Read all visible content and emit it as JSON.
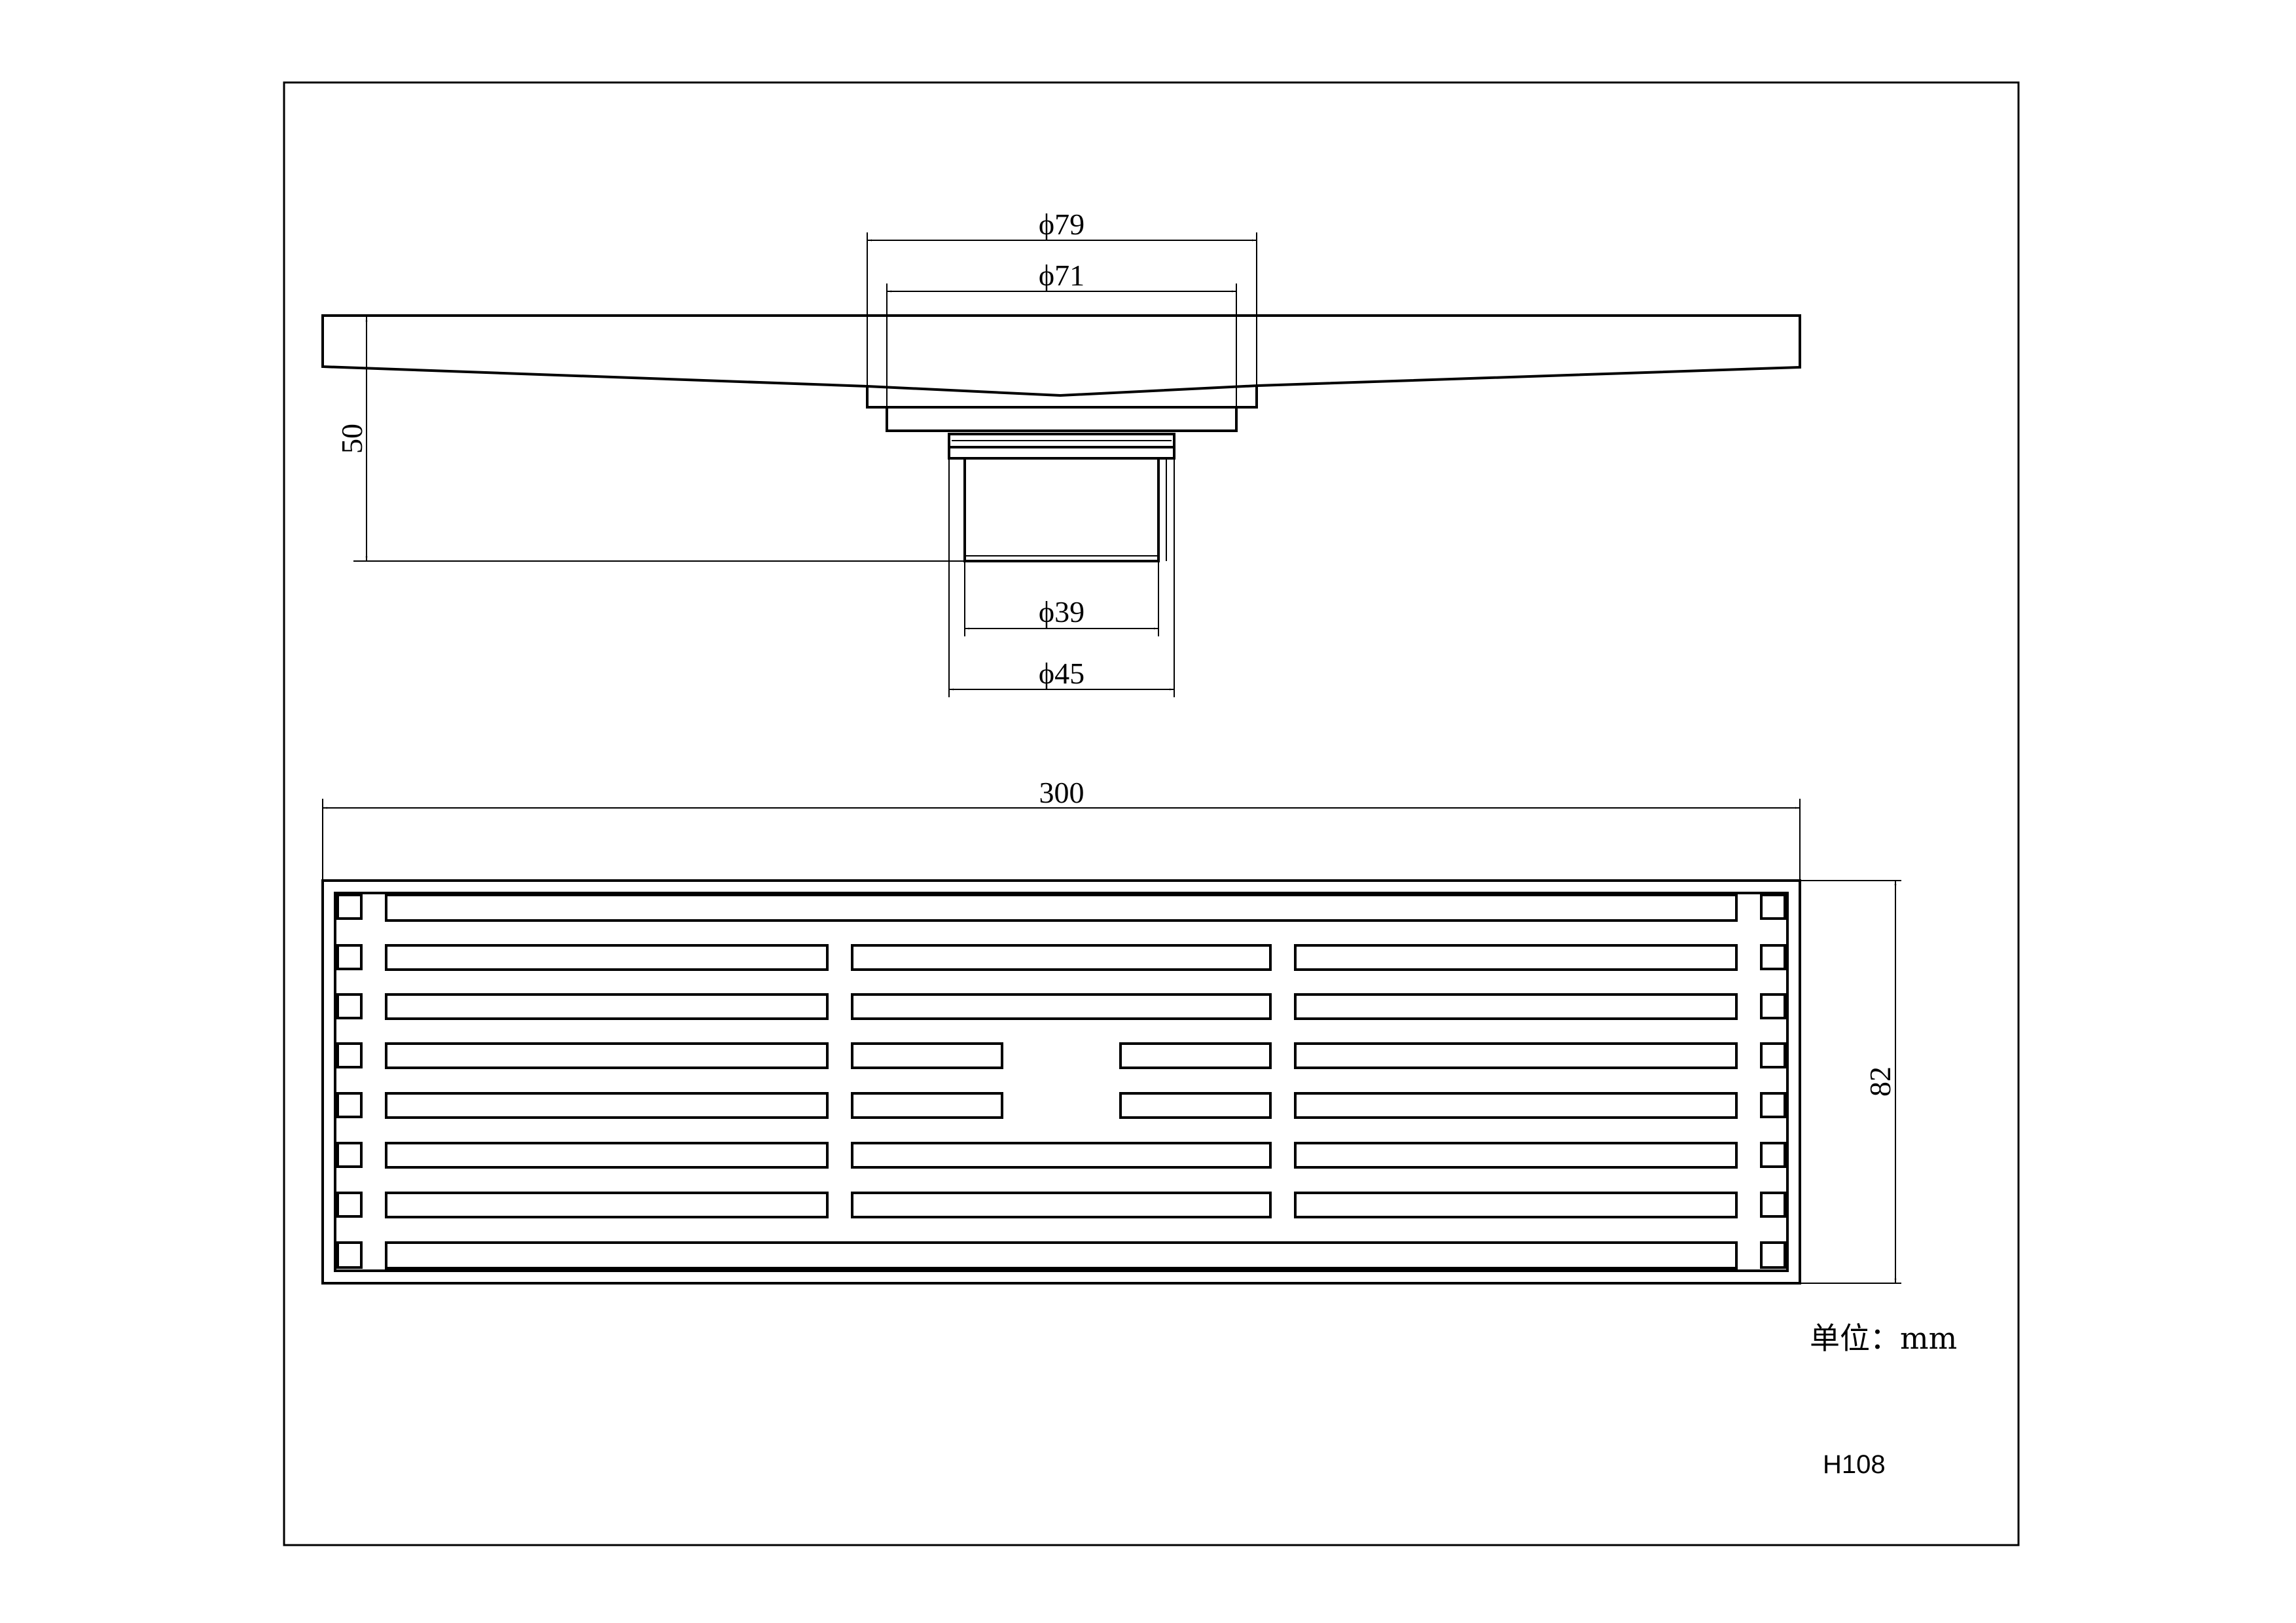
{
  "dimensions": {
    "d79": "ϕ79",
    "d71": "ϕ71",
    "d39": "ϕ39",
    "d45": "ϕ45",
    "height": "50",
    "length": "300",
    "width": "82"
  },
  "unit_note": "单位：mm",
  "model_code": "H108"
}
